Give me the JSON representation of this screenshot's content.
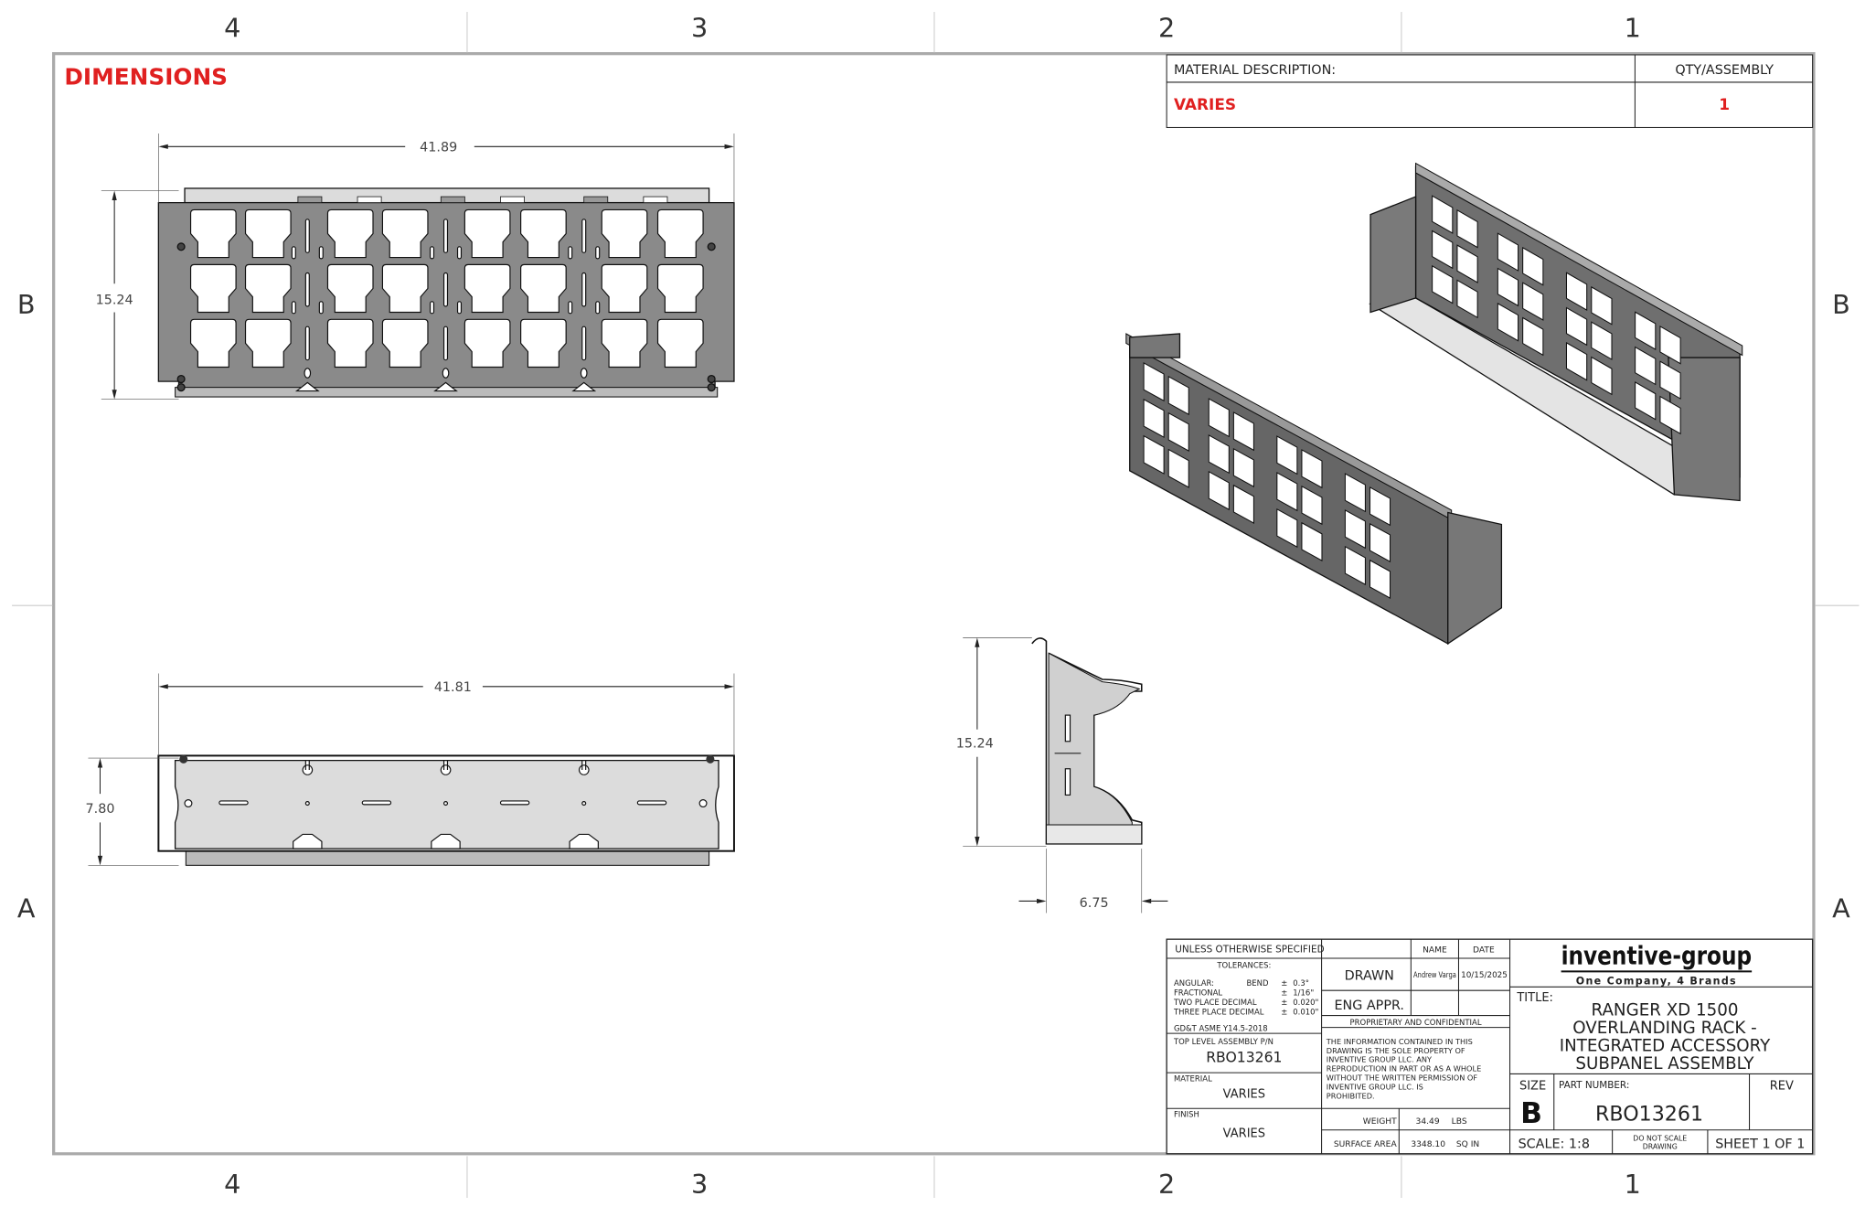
{
  "sheet": {
    "zones_horizontal": [
      "4",
      "3",
      "2",
      "1"
    ],
    "zones_vertical": [
      "B",
      "A"
    ],
    "heading": "DIMENSIONS",
    "accent_color": "#e02020"
  },
  "material_table": {
    "description_header": "MATERIAL DESCRIPTION:",
    "qty_header": "QTY/ASSEMBLY",
    "description_value": "VARIES",
    "qty_value": "1"
  },
  "dimensions": {
    "front_width": "41.89",
    "front_height": "15.24",
    "top_width": "41.81",
    "top_depth": "7.80",
    "side_height": "15.24",
    "side_depth": "6.75"
  },
  "title_block": {
    "unless": "UNLESS OTHERWISE SPECIFIED",
    "tolerances": "TOLERANCES:",
    "tol_rows": [
      {
        "label": "ANGULAR:",
        "sub": "BEND",
        "pm": "±",
        "val": "0.3°"
      },
      {
        "label": "FRACTIONAL",
        "sub": "",
        "pm": "±",
        "val": "1/16\""
      },
      {
        "label": "TWO PLACE DECIMAL",
        "sub": "",
        "pm": "±",
        "val": "0.020\""
      },
      {
        "label": "THREE PLACE DECIMAL",
        "sub": "",
        "pm": "±",
        "val": "0.010\""
      }
    ],
    "gdt": "GD&T ASME Y14.5-2018",
    "top_level_label": "TOP LEVEL ASSEMBLY P/N",
    "top_level_value": "RBO13261",
    "material_label": "MATERIAL",
    "material_value": "VARIES",
    "finish_label": "FINISH",
    "finish_value": "VARIES",
    "name_header": "NAME",
    "date_header": "DATE",
    "drawn_label": "DRAWN",
    "drawn_name": "Andrew Varga",
    "drawn_date": "10/15/2025",
    "eng_appr_label": "ENG APPR.",
    "proprietary_header": "PROPRIETARY AND CONFIDENTIAL",
    "proprietary_lines": [
      "THE INFORMATION CONTAINED IN THIS",
      "DRAWING IS THE SOLE PROPERTY OF",
      "INVENTIVE GROUP LLC.  ANY",
      "REPRODUCTION IN PART OR AS A WHOLE",
      "WITHOUT THE WRITTEN PERMISSION OF",
      "INVENTIVE GROUP LLC. IS",
      "PROHIBITED."
    ],
    "weight_label": "WEIGHT",
    "weight_value": "34.49",
    "weight_unit": "LBS",
    "surface_label": "SURFACE AREA",
    "surface_value": "3348.10",
    "surface_unit": "SQ IN",
    "logo": "inventive-group",
    "tagline": "One Company, 4 Brands",
    "title_label": "TITLE:",
    "title_lines": [
      "RANGER XD 1500",
      "OVERLANDING RACK -",
      "INTEGRATED ACCESSORY",
      "SUBPANEL ASSEMBLY"
    ],
    "size_label": "SIZE",
    "size_value": "B",
    "part_number_label": "PART NUMBER:",
    "part_number": "RBO13261",
    "rev_label": "REV",
    "scale": "SCALE: 1:8",
    "do_not_scale": [
      "DO NOT SCALE",
      "DRAWING"
    ],
    "sheet": "SHEET 1 OF 1"
  }
}
